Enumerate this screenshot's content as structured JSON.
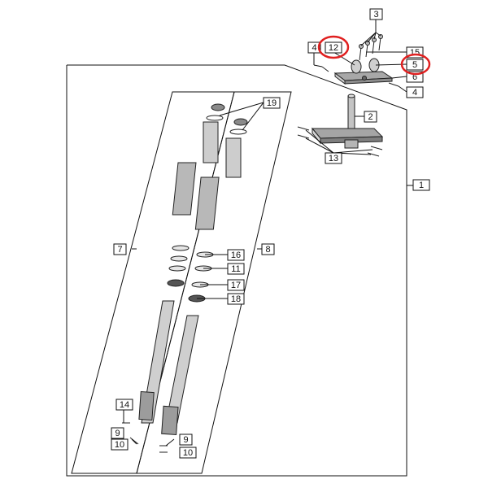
{
  "diagram": {
    "callouts": [
      {
        "id": "c1",
        "text": "1"
      },
      {
        "id": "c2",
        "text": "2"
      },
      {
        "id": "c3",
        "text": "3"
      },
      {
        "id": "c4a",
        "text": "4"
      },
      {
        "id": "c4b",
        "text": "4"
      },
      {
        "id": "c5",
        "text": "5"
      },
      {
        "id": "c6",
        "text": "6"
      },
      {
        "id": "c7",
        "text": "7"
      },
      {
        "id": "c8",
        "text": "8"
      },
      {
        "id": "c9a",
        "text": "9"
      },
      {
        "id": "c9b",
        "text": "9"
      },
      {
        "id": "c10a",
        "text": "10"
      },
      {
        "id": "c10b",
        "text": "10"
      },
      {
        "id": "c11",
        "text": "11"
      },
      {
        "id": "c12",
        "text": "12"
      },
      {
        "id": "c13",
        "text": "13"
      },
      {
        "id": "c14",
        "text": "14"
      },
      {
        "id": "c15",
        "text": "15"
      },
      {
        "id": "c16",
        "text": "16"
      },
      {
        "id": "c17",
        "text": "17"
      },
      {
        "id": "c18",
        "text": "18"
      },
      {
        "id": "c19",
        "text": "19"
      }
    ],
    "colors": {
      "line": "#111111",
      "part_light": "#c9c9c9",
      "part_mid": "#a8a8a8",
      "part_dark": "#707070",
      "highlight": "#e02020"
    }
  }
}
